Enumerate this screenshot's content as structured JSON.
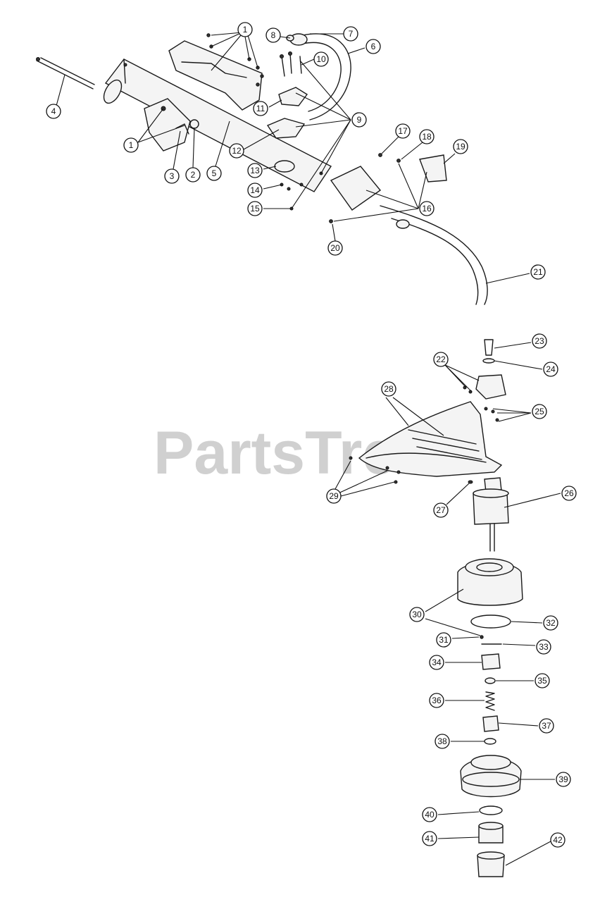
{
  "watermark": "PartsTree",
  "callouts": [
    {
      "label": "1"
    },
    {
      "label": "1"
    },
    {
      "label": "2"
    },
    {
      "label": "3"
    },
    {
      "label": "4"
    },
    {
      "label": "5"
    },
    {
      "label": "6"
    },
    {
      "label": "7"
    },
    {
      "label": "8"
    },
    {
      "label": "9"
    },
    {
      "label": "10"
    },
    {
      "label": "11"
    },
    {
      "label": "12"
    },
    {
      "label": "13"
    },
    {
      "label": "14"
    },
    {
      "label": "15"
    },
    {
      "label": "16"
    },
    {
      "label": "17"
    },
    {
      "label": "18"
    },
    {
      "label": "19"
    },
    {
      "label": "20"
    },
    {
      "label": "21"
    },
    {
      "label": "22"
    },
    {
      "label": "23"
    },
    {
      "label": "24"
    },
    {
      "label": "25"
    },
    {
      "label": "26"
    },
    {
      "label": "27"
    },
    {
      "label": "28"
    },
    {
      "label": "29"
    },
    {
      "label": "30"
    },
    {
      "label": "31"
    },
    {
      "label": "32"
    },
    {
      "label": "33"
    },
    {
      "label": "34"
    },
    {
      "label": "35"
    },
    {
      "label": "36"
    },
    {
      "label": "37"
    },
    {
      "label": "38"
    },
    {
      "label": "39"
    },
    {
      "label": "40"
    },
    {
      "label": "41"
    },
    {
      "label": "42"
    }
  ]
}
